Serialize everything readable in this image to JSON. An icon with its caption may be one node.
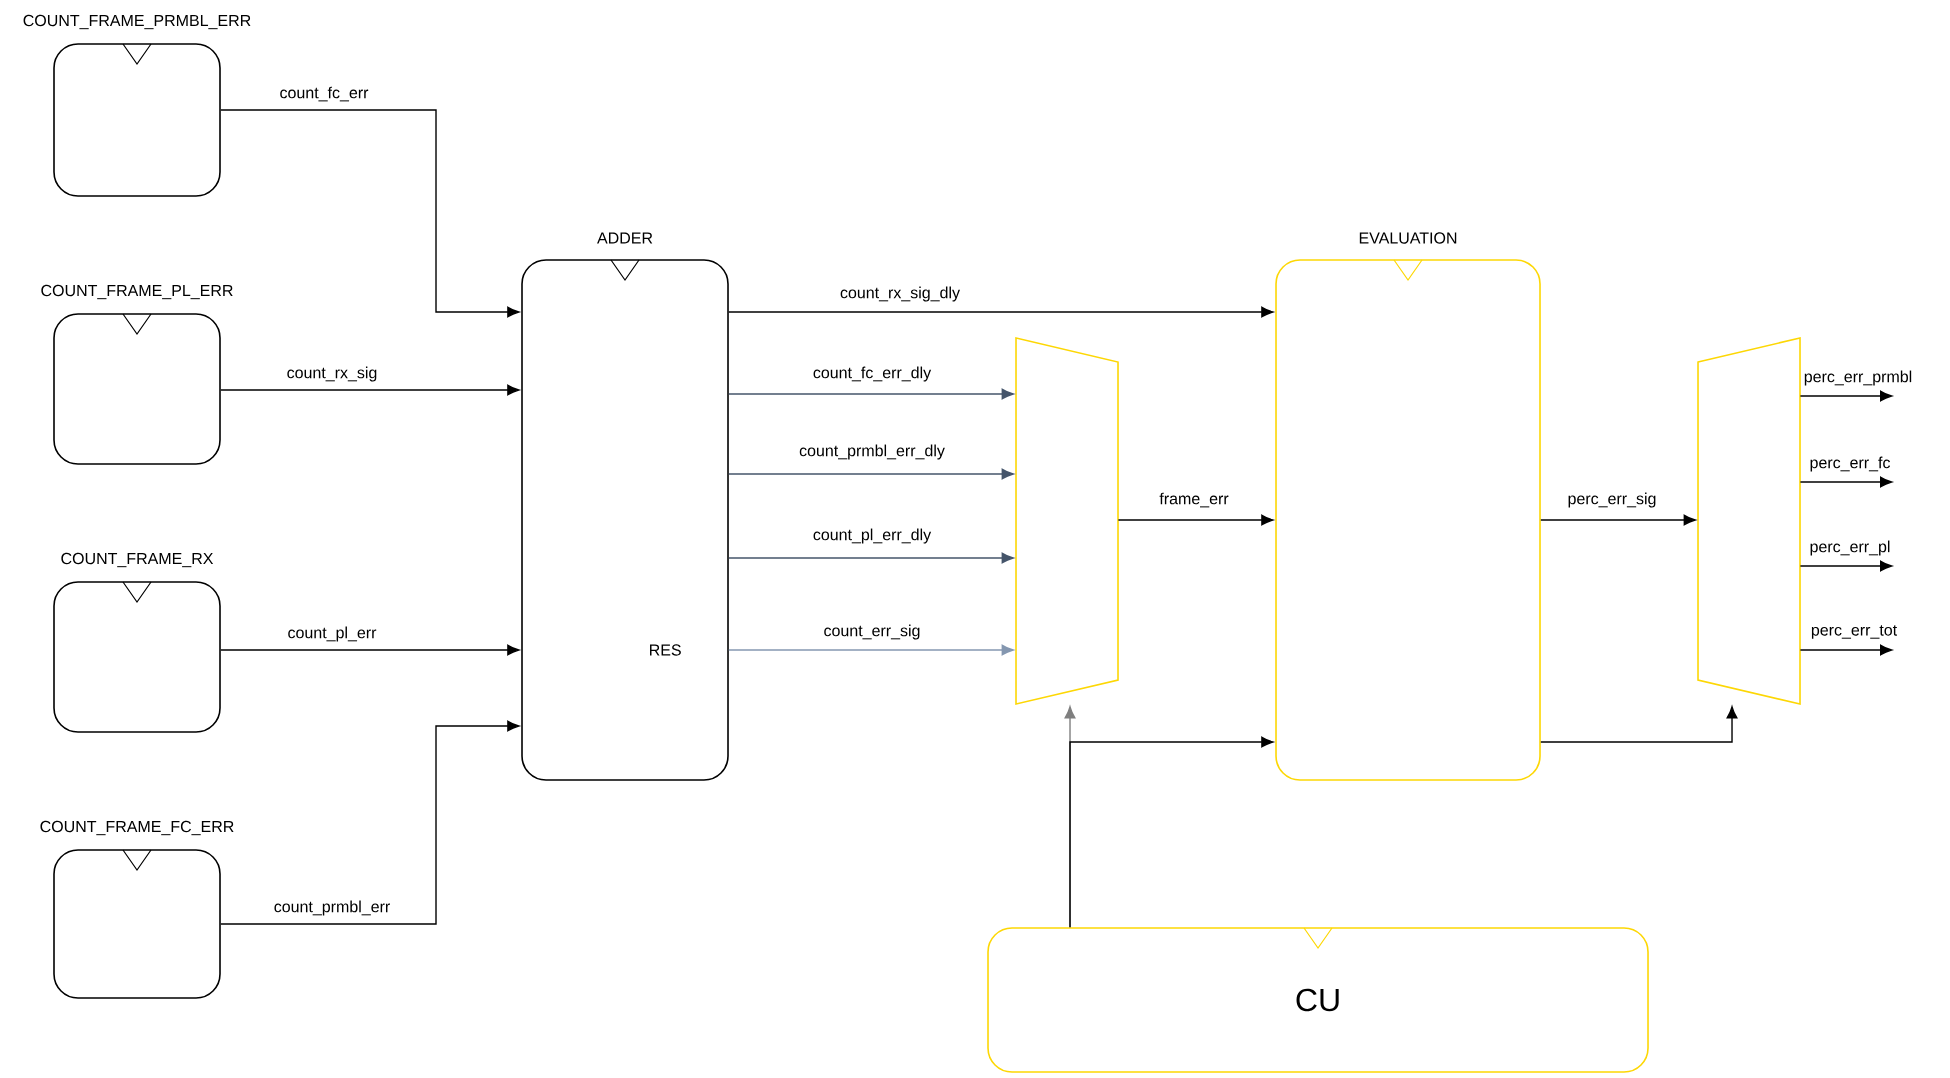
{
  "diagram": {
    "nodes": [
      {
        "text": [
          "COUNT_FRAME_PRMBL_ERR"
        ]
      },
      {
        "text": [
          "COUNT_FRAME_PL_ERR"
        ]
      },
      {
        "text": [
          "COUNT_FRAME_RX"
        ]
      },
      {
        "text": [
          "COUNT_FRAME_FC_ERR"
        ]
      },
      {
        "text": [
          "ADDER",
          "RES"
        ]
      },
      {
        "text": [],
        "shape": "trapezoid"
      },
      {
        "text": [
          "EVALUATION"
        ]
      },
      {
        "text": [],
        "shape": "trapezoid"
      },
      {
        "text": [
          "CU"
        ]
      }
    ],
    "edges": [
      {
        "from": 0,
        "to": 4,
        "arrow": "to",
        "label": "count_fc_err"
      },
      {
        "from": 1,
        "to": 4,
        "arrow": "to",
        "label": "count_rx_sig"
      },
      {
        "from": 2,
        "to": 4,
        "arrow": "to",
        "label": "count_pl_err"
      },
      {
        "from": 3,
        "to": 4,
        "arrow": "to",
        "label": "count_prmbl_err"
      },
      {
        "from": 4,
        "to": 6,
        "arrow": "to",
        "label": "count_rx_sig_dly"
      },
      {
        "from": 4,
        "to": 5,
        "arrow": "to",
        "label": "count_fc_err_dly",
        "color": "#44546a"
      },
      {
        "from": 4,
        "to": 5,
        "arrow": "to",
        "label": "count_prmbl_err_dly",
        "color": "#44546a"
      },
      {
        "from": 4,
        "to": 5,
        "arrow": "to",
        "label": "count_pl_err_dly",
        "color": "#44546a"
      },
      {
        "from": 4,
        "to": 5,
        "arrow": "to",
        "label": "count_err_sig",
        "color": "#8497b0"
      },
      {
        "from": 5,
        "to": 6,
        "arrow": "to",
        "label": "frame_err"
      },
      {
        "from": 8,
        "to": 5,
        "arrow": "to",
        "color": "#7f7f7f"
      },
      {
        "from": 8,
        "to": 6,
        "arrow": "to"
      },
      {
        "from": 6,
        "to": 7,
        "arrow": "to",
        "label": "perc_err_sig"
      },
      {
        "from": 6,
        "to": 7,
        "arrow": "to"
      },
      {
        "from": 7,
        "to": null,
        "arrow": "to",
        "label": "perc_err_prmbl"
      },
      {
        "from": 7,
        "to": null,
        "arrow": "to",
        "label": "perc_err_fc"
      },
      {
        "from": 7,
        "to": null,
        "arrow": "to",
        "label": "perc_err_pl"
      },
      {
        "from": 7,
        "to": null,
        "arrow": "to",
        "label": "perc_err_tot"
      }
    ]
  }
}
